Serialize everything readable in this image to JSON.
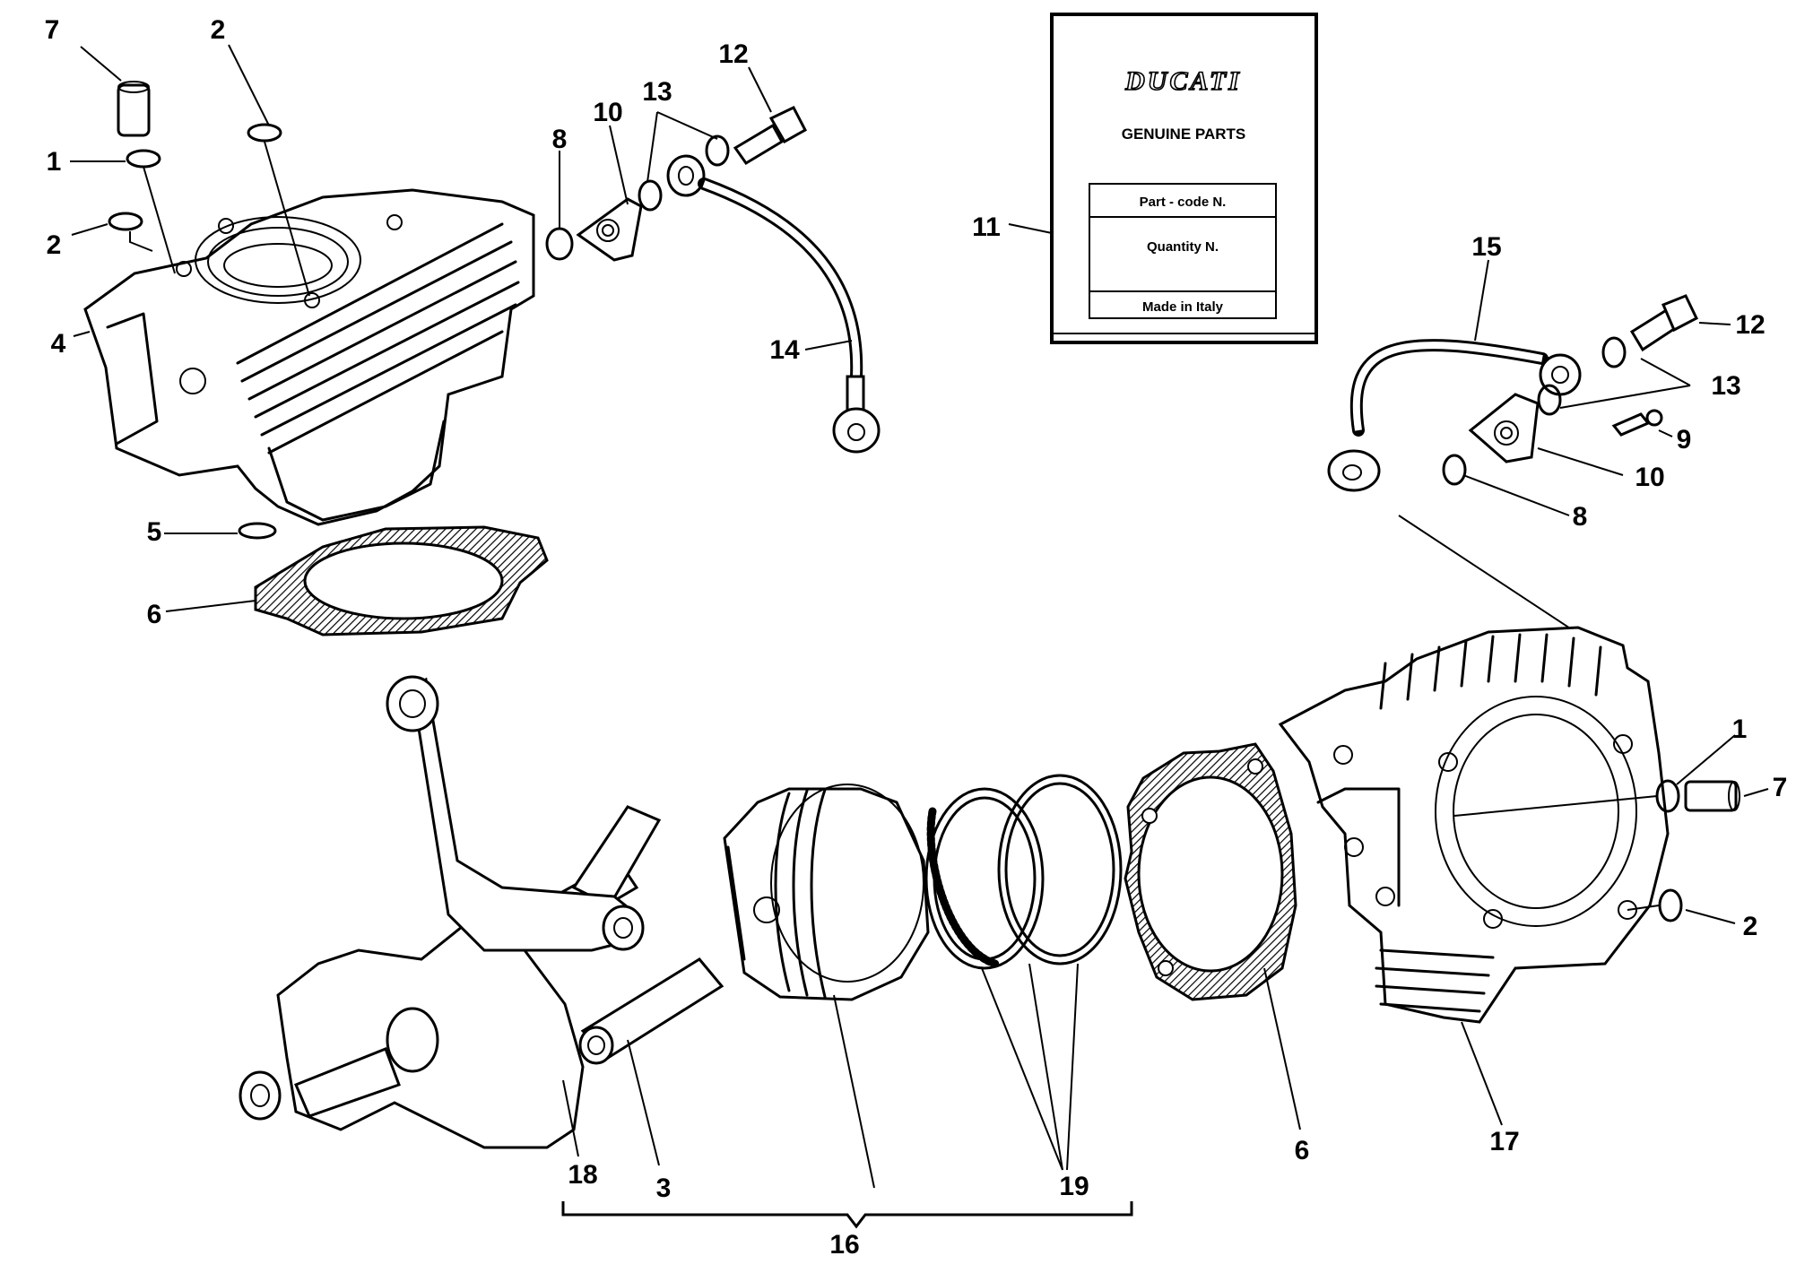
{
  "card": {
    "brand": "DUCATI",
    "heading": "GENUINE PARTS",
    "field_part_code": "Part - code N.",
    "field_quantity": "Quantity N.",
    "field_origin": "Made in Italy"
  },
  "callouts": {
    "c7_left": "7",
    "c2_top": "2",
    "c1_left": "1",
    "c2_left": "2",
    "c4": "4",
    "c5": "5",
    "c6_left": "6",
    "c8_left": "8",
    "c10_left": "10",
    "c13_left": "13",
    "c12_left": "12",
    "c14": "14",
    "c11": "11",
    "c15": "15",
    "c12_right": "12",
    "c13_right": "13",
    "c9": "9",
    "c10_right": "10",
    "c8_right": "8",
    "c1_right": "1",
    "c7_right": "7",
    "c2_right": "2",
    "c17": "17",
    "c6_right": "6",
    "c19": "19",
    "c18": "18",
    "c3": "3",
    "c16": "16"
  }
}
